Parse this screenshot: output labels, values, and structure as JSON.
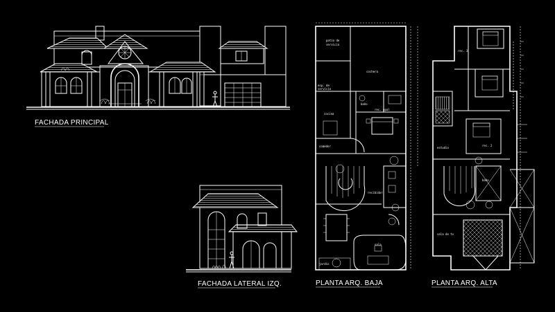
{
  "labels": {
    "front_facade": "FACHADA PRINCIPAL",
    "side_facade": "FACHADA LATERAL IZQ.",
    "ground_floor": "PLANTA ARQ. BAJA",
    "upper_floor": "PLANTA ARQ. ALTA"
  },
  "room_labels": {
    "r1": "patio de",
    "r2": "servicio",
    "r3": "cochera",
    "r4": "esp. de",
    "r5": "servicio",
    "r6": "baño",
    "r7": "cocina",
    "r8": "rec. ppal",
    "r9": "comedor",
    "r10": "sala",
    "r11": "recibidor",
    "r12": "estudio",
    "r13": "rec. 2",
    "r14": "rec. 3",
    "r15": "sala de tv",
    "r16": "jardín"
  },
  "colors": {
    "background": "#000000",
    "lines": "#ffffff"
  }
}
